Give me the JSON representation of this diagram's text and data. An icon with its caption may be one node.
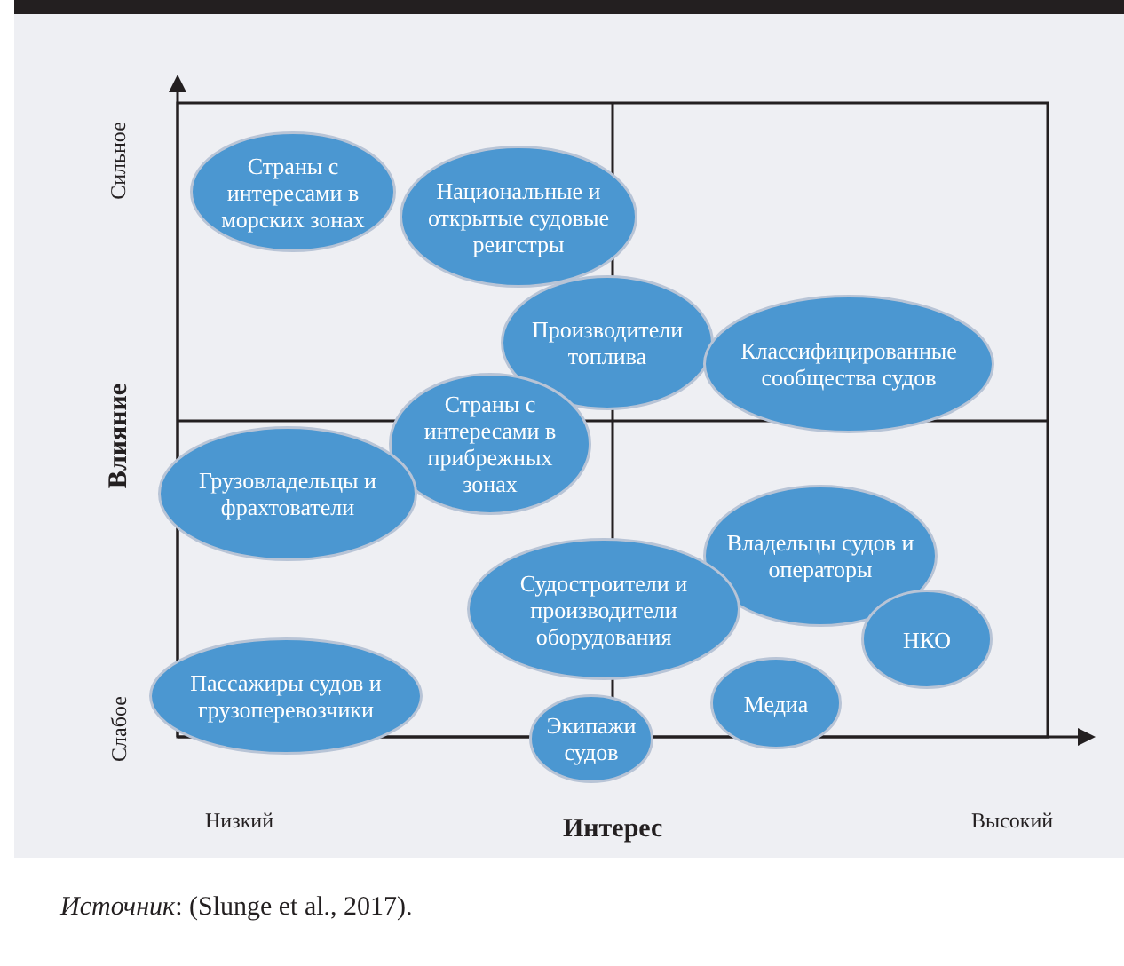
{
  "diagram": {
    "caption": "*Источник*: (Slunge et al., 2017).",
    "nodes": [
      {
        "text": [
          "Страны с интересами в морских зонах"
        ]
      },
      {
        "text": [
          "Национальные и открытые судовые реигстры"
        ]
      },
      {
        "text": [
          "Производители топлива"
        ]
      },
      {
        "text": [
          "Классифицированные сообщества судов"
        ]
      },
      {
        "text": [
          "Страны с интересами в прибрежных зонах"
        ]
      },
      {
        "text": [
          "Грузовладельцы и фрахтователи"
        ]
      },
      {
        "text": [
          "Владельцы судов и операторы"
        ]
      },
      {
        "text": [
          "Судостроители и производители оборудования"
        ]
      },
      {
        "text": [
          "НКО"
        ]
      },
      {
        "text": [
          "Пассажиры судов и грузоперевозчики"
        ]
      },
      {
        "text": [
          "Медиа"
        ]
      },
      {
        "text": [
          "Экипажи судов"
        ]
      }
    ],
    "labels": [
      "Сильное",
      "Влияние",
      "Слабое",
      "Низкий",
      "Интерес",
      "Высокий"
    ]
  }
}
